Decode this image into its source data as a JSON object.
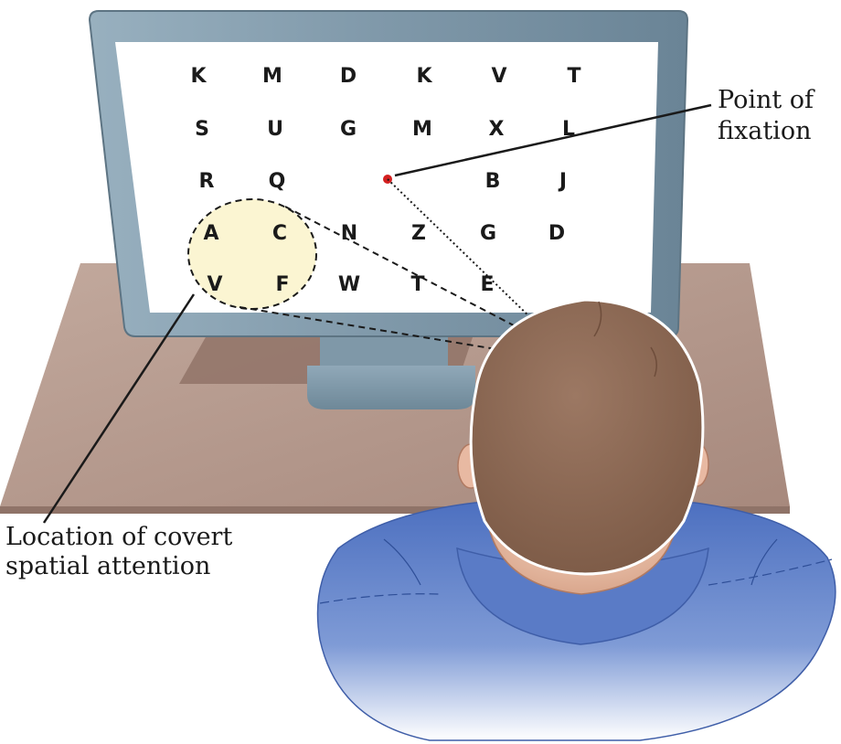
{
  "letter_grid": [
    [
      "K",
      "M",
      "D",
      "K",
      "V",
      "T"
    ],
    [
      "S",
      "U",
      "G",
      "M",
      "X",
      "L"
    ],
    [
      "R",
      "Q",
      "",
      "",
      "B",
      "J"
    ],
    [
      "A",
      "C",
      "N",
      "Z",
      "G",
      "D"
    ],
    [
      "V",
      "F",
      "W",
      "T",
      "E",
      ""
    ]
  ],
  "labels": {
    "fixation_line1": "Point of",
    "fixation_line2": "fixation",
    "attention_line1": "Location of covert",
    "attention_line2": "spatial attention"
  },
  "colors": {
    "fixation_dot": "#d42020",
    "attention_area": "#fbf5d2",
    "monitor_frame": "#7d97a8",
    "desk": "#b3978c",
    "hair": "#8f6a55",
    "skin": "#ecc3ad",
    "shirt": "#5577c2"
  }
}
